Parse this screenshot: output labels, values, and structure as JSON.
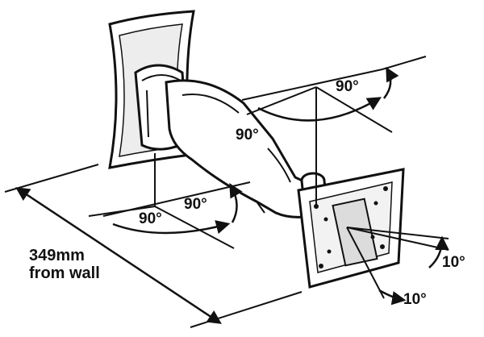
{
  "angles": {
    "top_right": "90°",
    "top_left": "90°",
    "bottom_right": "90°",
    "bottom_left": "90°",
    "tilt_upper": "10°",
    "tilt_lower": "10°"
  },
  "dimension": {
    "line1": "349mm",
    "line2": "from wall"
  },
  "colors": {
    "ink": "#111111",
    "paper": "#ffffff",
    "shade": "#dcdcdc"
  }
}
